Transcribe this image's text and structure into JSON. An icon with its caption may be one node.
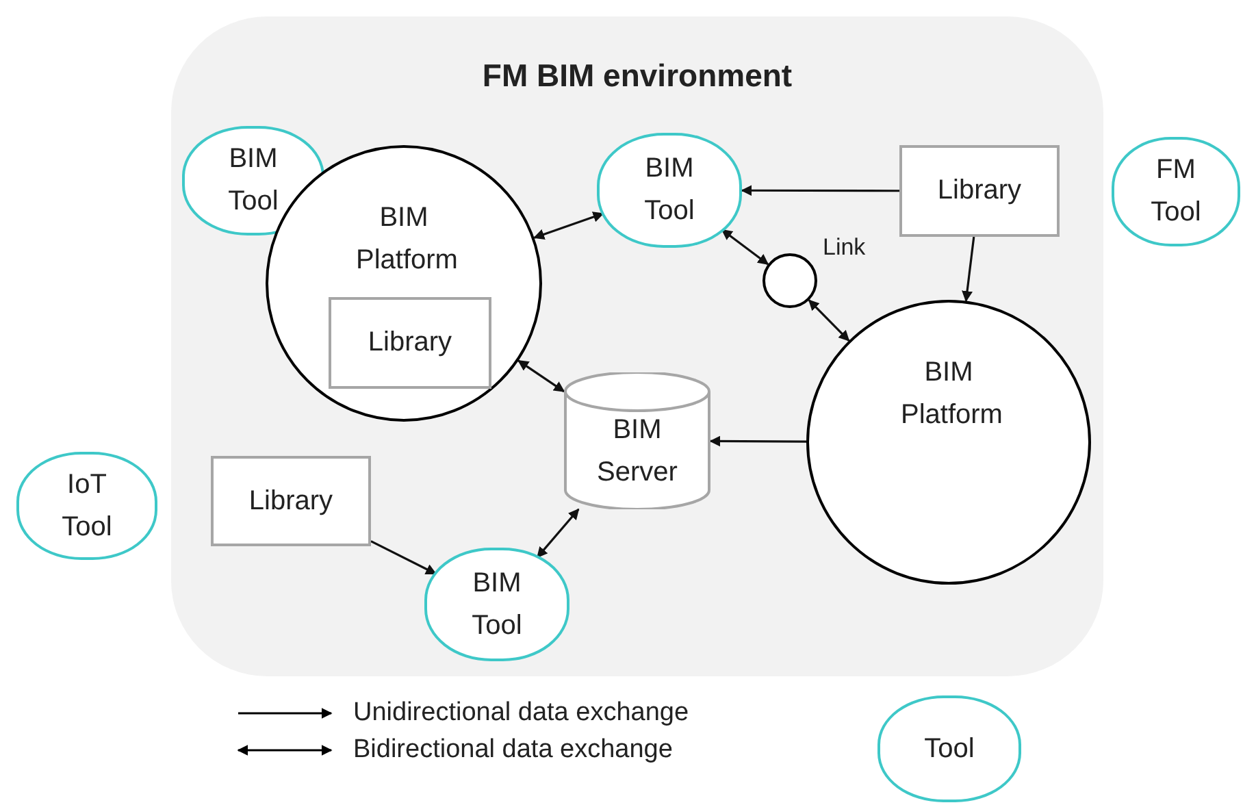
{
  "diagram": {
    "nodes": [
      {
        "text": [
          "FM BIM environment"
        ]
      },
      {
        "text": [
          "BIM Tool"
        ],
        "in": 0
      },
      {
        "text": [
          "BIM Platform"
        ],
        "in": 0
      },
      {
        "text": [
          "Library"
        ],
        "in": 2
      },
      {
        "text": [
          "BIM Tool"
        ],
        "in": 0
      },
      {
        "text": [
          "Library"
        ],
        "in": 0
      },
      {
        "text": [],
        "shape": "circle",
        "beside": [
          "Link"
        ],
        "in": 0
      },
      {
        "text": [
          "BIM Platform"
        ],
        "in": 0
      },
      {
        "text": [
          "BIM Server"
        ],
        "in": 0
      },
      {
        "text": [
          "Library"
        ],
        "in": 0
      },
      {
        "text": [
          "BIM Tool"
        ],
        "in": 0
      },
      {
        "text": [
          "FM Tool"
        ]
      },
      {
        "text": [
          "IoT Tool"
        ]
      },
      {
        "text": [
          "Tool"
        ]
      }
    ],
    "edges": [
      {
        "from": 2,
        "to": 4,
        "arrow": "both"
      },
      {
        "from": 5,
        "to": 4,
        "arrow": "to"
      },
      {
        "from": 4,
        "to": 6,
        "arrow": "both"
      },
      {
        "from": 6,
        "to": 7,
        "arrow": "both"
      },
      {
        "from": 5,
        "to": 7,
        "arrow": "to"
      },
      {
        "from": 2,
        "to": 8,
        "arrow": "both"
      },
      {
        "from": 7,
        "to": 8,
        "arrow": "to"
      },
      {
        "from": 9,
        "to": 10,
        "arrow": "to"
      },
      {
        "from": 8,
        "to": 10,
        "arrow": "both"
      }
    ],
    "legend": [
      {
        "text": "Unidirectional data exchange"
      },
      {
        "text": "Bidirectional data exchange"
      }
    ]
  }
}
